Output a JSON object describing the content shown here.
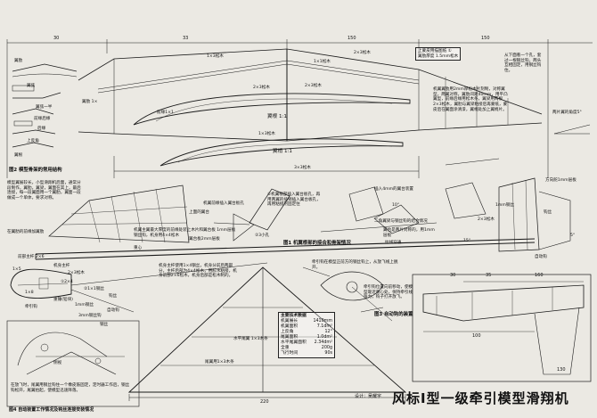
{
  "title": "风标Ⅰ型一级牵引模型滑翔机",
  "designer": "设计：吴耀宇",
  "dims": {
    "top_left_1": "30",
    "top_left_2": "33",
    "top_mid": "150",
    "top_right": "150",
    "bottom_span": "220",
    "tail_30": "30",
    "tail_35": "35",
    "tail_160": "160",
    "tail_100": "100",
    "tail_130": "130"
  },
  "labels": {
    "fig2_caption": "图2 模型骨架的常用结构",
    "fig1_caption": "图1 机翼根部的接合和骨架情况",
    "fig3_caption": "图3 自动钩的装置",
    "fig4_caption": "图4 自动装置工作情况及钩丝连接安装情况",
    "wing_root": "翼根 1:1",
    "wing_tip": "翼梢 1:1",
    "spar_1": "1×3松木",
    "spar_2": "2×3松木",
    "spar_3": "1×1松木",
    "spar_4": "2×3松木",
    "spar_5": "2×3松木",
    "spar_6": "1×3松木",
    "spar_7": "3×3松木",
    "rib": "翼肋 1×",
    "leading_edge": "前缘1×1",
    "wing_cover_note": "上蒙皮用描图纸 ①",
    "wing_cover_note2": "翼肋厚度 1.5mm松木",
    "note_top_right": "机翼翼肋用2mm厚松木片刻制，对称翼型，两翼对称，翼肋间距40mm，用平凸翼型，前缘后缘用松木条，翼梁用两根2×3松木，翼肋与翼梁粘接后再蒙纸，蒙皮后在翼面涂清漆，翼梢处加上翼梢片。",
    "note_right": "从下面看一个孔，套过一根钢丝钩，两头互相固定，用钢丝钩住。",
    "note_dihedral": "两片翼的角度5°",
    "note_left": "模型翼展较长，小型滑翔机后面，通常分段制作，翼肋，翼梁，翼面在其上，最后连接，每一段翼面用一个翼肋，翼面一段做成一个单体，要求对称。",
    "note_left_small": "在翼肋的前缘加翼肋",
    "fuselage_note1": "机身主杆使用1×4钢丝，机身分前后两部分，主杆后部为4×4松木，用胶水粘接，机身前部2×6松木，机身后部是松木制的。",
    "fuselage_note2": "机翼主翼最大厚度的前缘处装上木片和钢丝钩，机身用4×4松木",
    "fin_note": "尾翼用1×3木条",
    "tailplane_note": "水平尾翼 1×3木条",
    "hook_note": "牵引钩在模型正前方的钢丝钩上，从放飞线上脱开。",
    "hook_note2": "牵引钩位置向前移动，使模型靠近重心处，保持牵引线张力，钩子打开放飞。",
    "auto_note": "自动钩",
    "bottom_note": "在放飞时，尾翼用钢丝钩住一个橡皮筋固定，定时器工作后，钢丝钩松开，尾翼抬起，使模型迅速降落。",
    "spec_header": "主要技术数据",
    "specs": [
      {
        "k": "机翼展长",
        "v": "1410mm"
      },
      {
        "k": "机翼面积",
        "v": "7.1dm²"
      },
      {
        "k": "上反角",
        "v": "12°"
      },
      {
        "k": "尾翼面积",
        "v": "1.0dm²"
      },
      {
        "k": "水平尾翼面积",
        "v": "2.34dm²"
      },
      {
        "k": "全重",
        "v": "200g"
      },
      {
        "k": "飞行时间",
        "v": "90s"
      }
    ],
    "cg": "重心",
    "fig1_note": "①机翼根部插入翼台板孔，再用两翼的插销插入翼台板孔，再用粘接剂固定住",
    "fig1_note2": "②3小孔",
    "fig1_note3": "机翼前缘插入翼台板孔",
    "fig1_note4": "翼台板 1mm层板",
    "fig1_note5": "上面的翼台",
    "fig1_note6": "翼台板2mm层板",
    "fig1_note7": "二角翼梁与钢丝钩的结合情况",
    "fig1_note8": "插入4mm的翼台装置",
    "right_fuse_note": "翼台是两片对称的，用1mm层板",
    "right_fuse_note2": "拉线穿通",
    "fuse_label": "机身主杆",
    "fuse_label2": "2×3松木",
    "fuse_label3": "前部主杆 2×6",
    "fuse_label4": "①2×4",
    "fuse_label5": "钩丝",
    "fuse_label6": "牵引钩",
    "fuse_label7": "②1×1钢丝",
    "fuse_label8": "自动钩",
    "nose_label1": "1×5",
    "nose_label2": "1×8",
    "nose_label3": "1mm钢丝",
    "nose_label4": "3mm钢丝钩",
    "nose_label5": "重锤(铅块)",
    "nose_label6": "钢丝",
    "side_label": "侧视",
    "fig2_a": "翼弦",
    "fig2_b": "翼弦一半",
    "fig2_c": "前缘后缘",
    "fig2_d": "后缘",
    "fig2_e": "上反角",
    "fig2_f": "翼肋",
    "fig2_g": "翼根",
    "small_angle1": "15°",
    "small_angle2": "10°",
    "small_angle3": "5°",
    "hook_right1": "1mm钢丝",
    "hook_right2": "2×3松木",
    "hook_right3": "钩丝",
    "hook_right4": "方向舵1mm层板"
  }
}
